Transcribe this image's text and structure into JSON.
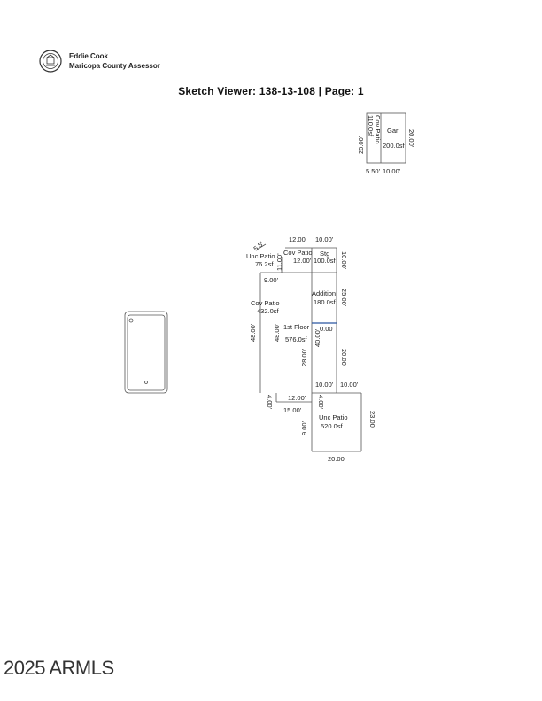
{
  "header": {
    "name": "Eddie Cook",
    "office": "Maricopa County Assessor"
  },
  "title": "Sketch Viewer: 138-13-108 | Page: 1",
  "watermark": "2025 ARMLS",
  "sketch": {
    "garage_block": {
      "cov_patio": "Cov Patio",
      "cov_patio_area": "110.0sf",
      "gar": "Gar",
      "gar_area": "200.0sf",
      "left_dim": "20.00'",
      "right_dim": "20.00'",
      "bottom_left": "5.50'",
      "bottom_right": "10.00'"
    },
    "main": {
      "top_12": "12.00'",
      "top_10": "10.00'",
      "diag": "5.5'",
      "unc_patio_top": "Unc Patio",
      "unc_patio_top_area": "76.2sf",
      "left_11": "11.00'",
      "cov_patio_top": "Cov Patio",
      "cov_patio_top_dim": "12.00'",
      "stg": "Stg",
      "stg_area": "100.0sf",
      "right_10": "10.00'",
      "left_9": "9.00'",
      "cov_patio_left": "Cov Patio",
      "cov_patio_left_area": "432.0sf",
      "addition": "Addition",
      "addition_area": "180.0sf",
      "right_25": "25.00'",
      "left_48_outer": "48.00'",
      "left_48_inner": "48.00'",
      "first_floor": "1st Floor",
      "first_floor_area": "576.0sf",
      "mid_0": "0.00",
      "mid_40": "40.00'",
      "left_28": "28.00'",
      "right_20": "20.00'",
      "bottom_10a": "10.00'",
      "bottom_10b": "10.00'",
      "bottom_4": "4.00'",
      "bottom_12": "12.00'",
      "bottom_4b": "4.00'",
      "bottom_15": "15.00'",
      "unc_patio_bottom": "Unc Patio",
      "unc_patio_bottom_area": "520.0sf",
      "right_23": "23.00'",
      "left_9b": "9.00'",
      "bottom_20": "20.00'"
    }
  }
}
